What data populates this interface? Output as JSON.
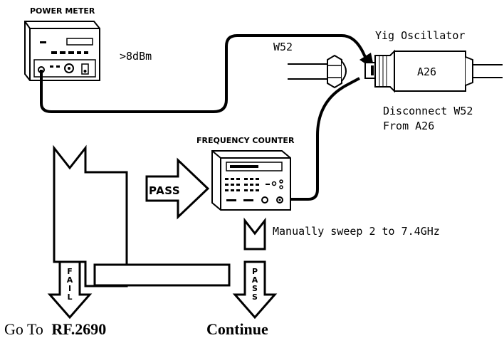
{
  "labels": {
    "power_meter_title": "POWER METER",
    "power_level": ">8dBm",
    "cable_label": "W52",
    "oscillator_title": "Yig Oscillator",
    "oscillator_ref": "A26",
    "disconnect_line1": "Disconnect W52",
    "disconnect_line2": "From A26",
    "counter_title": "FREQUENCY COUNTER",
    "pass_arrow_label": "PASS",
    "sweep_instruction": "Manually sweep 2 to 7.4GHz",
    "fail_letters": [
      "F",
      "A",
      "I",
      "L"
    ],
    "pass_letters": [
      "P",
      "A",
      "S",
      "S"
    ]
  },
  "footer": {
    "goto_prefix": "Go To",
    "goto_target": "RF.2690",
    "continue_label": "Continue"
  }
}
